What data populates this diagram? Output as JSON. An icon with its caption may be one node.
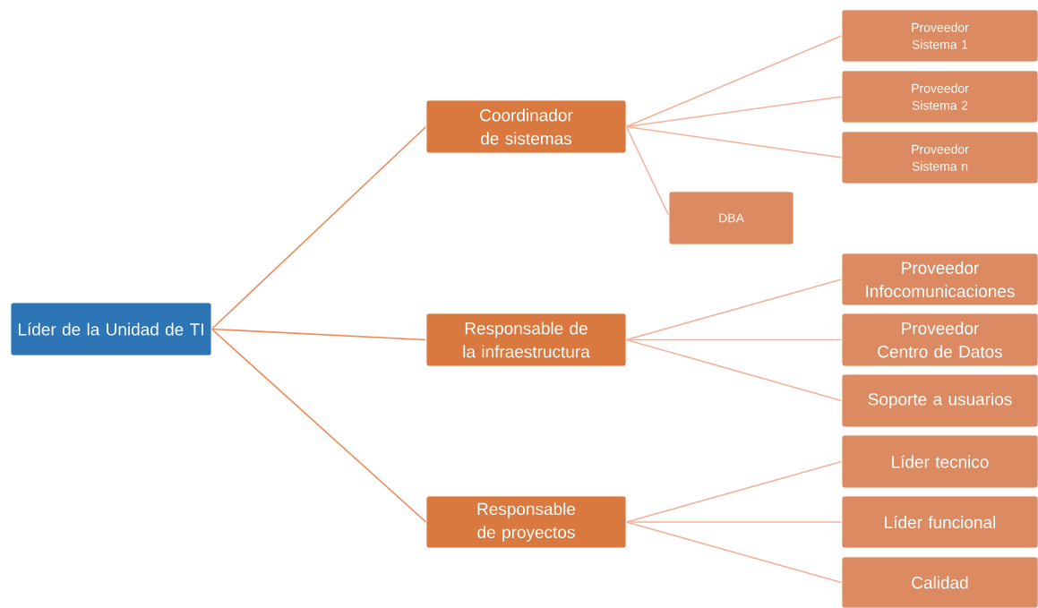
{
  "diagram": {
    "nodes": [
      {
        "text": [
          "Líder de la Unidad de TI"
        ]
      },
      {
        "text": [
          "Coordinador de sistemas"
        ]
      },
      {
        "text": [
          "Proveedor Sistema 1"
        ]
      },
      {
        "text": [
          "Proveedor Sistema 2"
        ]
      },
      {
        "text": [
          "Proveedor Sistema n"
        ]
      },
      {
        "text": [
          "DBA"
        ]
      },
      {
        "text": [
          "Responsable de la infraestructura"
        ]
      },
      {
        "text": [
          "Proveedor Infocomunicaciones"
        ]
      },
      {
        "text": [
          "Proveedor Centro de Datos"
        ]
      },
      {
        "text": [
          "Soporte a usuarios"
        ]
      },
      {
        "text": [
          "Responsable de proyectos"
        ]
      },
      {
        "text": [
          "Líder tecnico"
        ]
      },
      {
        "text": [
          "Líder funcional"
        ]
      },
      {
        "text": [
          "Calidad"
        ]
      }
    ],
    "edges": [
      {
        "from": 0,
        "to": 1,
        "arrow": "none",
        "color": "#ee8a58"
      },
      {
        "from": 0,
        "to": 6,
        "arrow": "none",
        "color": "#ee8a58"
      },
      {
        "from": 0,
        "to": 10,
        "arrow": "none",
        "color": "#ee8a58"
      },
      {
        "from": 1,
        "to": 2,
        "arrow": "none"
      },
      {
        "from": 1,
        "to": 3,
        "arrow": "none"
      },
      {
        "from": 1,
        "to": 4,
        "arrow": "none"
      },
      {
        "from": 1,
        "to": 5,
        "arrow": "none"
      },
      {
        "from": 6,
        "to": 7,
        "arrow": "none"
      },
      {
        "from": 6,
        "to": 8,
        "arrow": "none"
      },
      {
        "from": 6,
        "to": 9,
        "arrow": "none"
      },
      {
        "from": 10,
        "to": 11,
        "arrow": "none"
      },
      {
        "from": 10,
        "to": 12,
        "arrow": "none"
      },
      {
        "from": 10,
        "to": 13,
        "arrow": "none"
      }
    ]
  }
}
